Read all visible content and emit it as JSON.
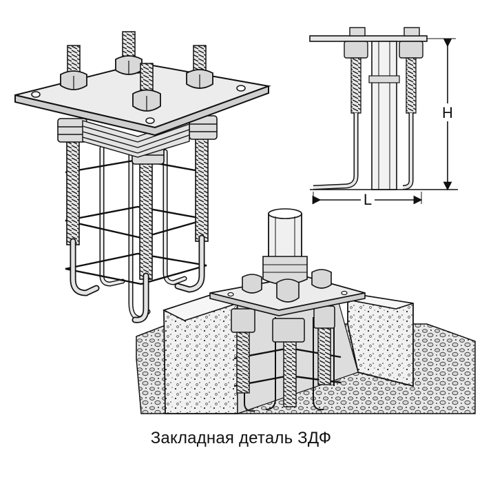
{
  "caption": "Закладная деталь ЗДФ",
  "dimensions": {
    "height_label": "H",
    "length_label": "L"
  },
  "colors": {
    "ink": "#111111",
    "paper": "#ffffff",
    "steel": "#d9d9d9",
    "concrete": "#efefef",
    "gravel": "#e4e4e4"
  }
}
